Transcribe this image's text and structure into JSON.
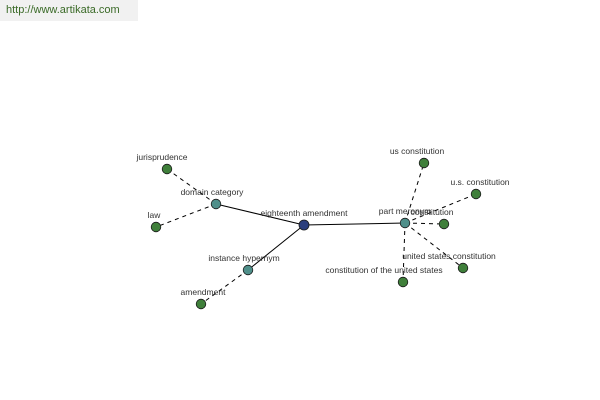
{
  "header": {
    "url": "http://www.artikata.com"
  },
  "colors": {
    "center_node": "#2c3f7d",
    "relation_node": "#4f8f8a",
    "leaf_node": "#3f7f3a",
    "node_stroke": "#1a1a1a",
    "edge": "#000000",
    "link_text": "#3a6a27"
  },
  "graph": {
    "nodes": [
      {
        "id": "center",
        "label": "eighteenth amendment",
        "kind": "center"
      },
      {
        "id": "domain",
        "label": "domain category",
        "kind": "relation"
      },
      {
        "id": "instance",
        "label": "instance hypernym",
        "kind": "relation"
      },
      {
        "id": "part",
        "label": "part meronym",
        "kind": "relation"
      },
      {
        "id": "jurisprudence",
        "label": "jurisprudence",
        "kind": "leaf"
      },
      {
        "id": "law",
        "label": "law",
        "kind": "leaf"
      },
      {
        "id": "amendment",
        "label": "amendment",
        "kind": "leaf"
      },
      {
        "id": "us_constitution",
        "label": "us constitution",
        "kind": "leaf"
      },
      {
        "id": "u_s_constitution",
        "label": "u.s. constitution",
        "kind": "leaf"
      },
      {
        "id": "constitution",
        "label": "constitution",
        "kind": "leaf"
      },
      {
        "id": "united_states_constitution",
        "label": "united states constitution",
        "kind": "leaf"
      },
      {
        "id": "constitution_of_the_us",
        "label": "constitution of the united states",
        "kind": "leaf"
      }
    ],
    "edges": [
      {
        "from": "center",
        "to": "domain",
        "style": "solid"
      },
      {
        "from": "center",
        "to": "instance",
        "style": "solid"
      },
      {
        "from": "center",
        "to": "part",
        "style": "solid"
      },
      {
        "from": "domain",
        "to": "jurisprudence",
        "style": "dashed"
      },
      {
        "from": "domain",
        "to": "law",
        "style": "dashed"
      },
      {
        "from": "instance",
        "to": "amendment",
        "style": "dashed"
      },
      {
        "from": "part",
        "to": "us_constitution",
        "style": "dashed"
      },
      {
        "from": "part",
        "to": "u_s_constitution",
        "style": "dashed"
      },
      {
        "from": "part",
        "to": "constitution",
        "style": "dashed"
      },
      {
        "from": "part",
        "to": "united_states_constitution",
        "style": "dashed"
      },
      {
        "from": "part",
        "to": "constitution_of_the_us",
        "style": "dashed"
      }
    ]
  }
}
